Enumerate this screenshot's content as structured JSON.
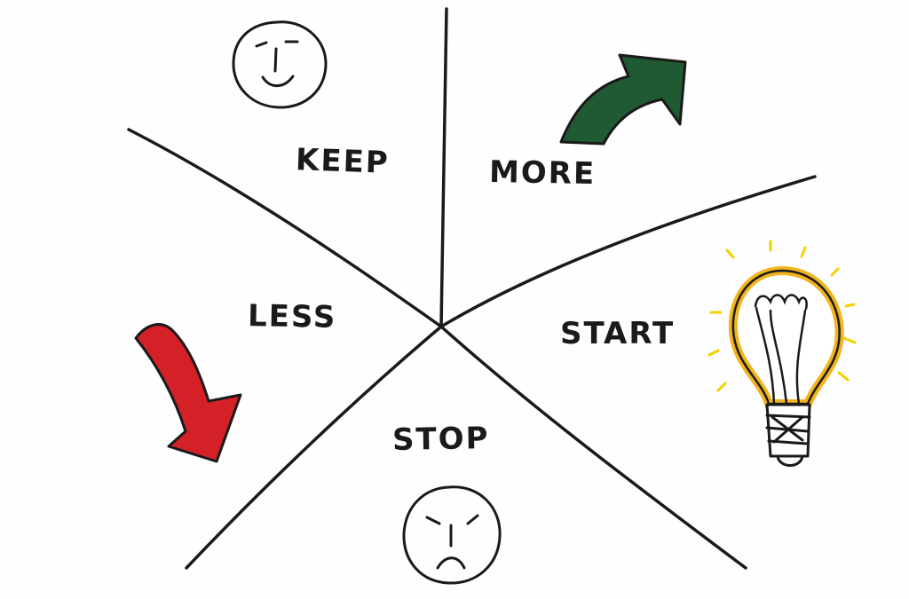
{
  "labels": {
    "keep": "KEEP",
    "more": "MORE",
    "less": "LESS",
    "start": "START",
    "stop": "STOP"
  },
  "icons": {
    "keep": "smiley-face-icon",
    "more": "up-arrow-icon",
    "less": "down-arrow-icon",
    "start": "lightbulb-icon",
    "stop": "angry-face-icon"
  },
  "colors": {
    "ink": "#1a1a1a",
    "more_arrow": "#1f5a32",
    "less_arrow": "#d42027",
    "bulb_glow": "#f2b41c",
    "bulb_rays": "#f5d000"
  }
}
